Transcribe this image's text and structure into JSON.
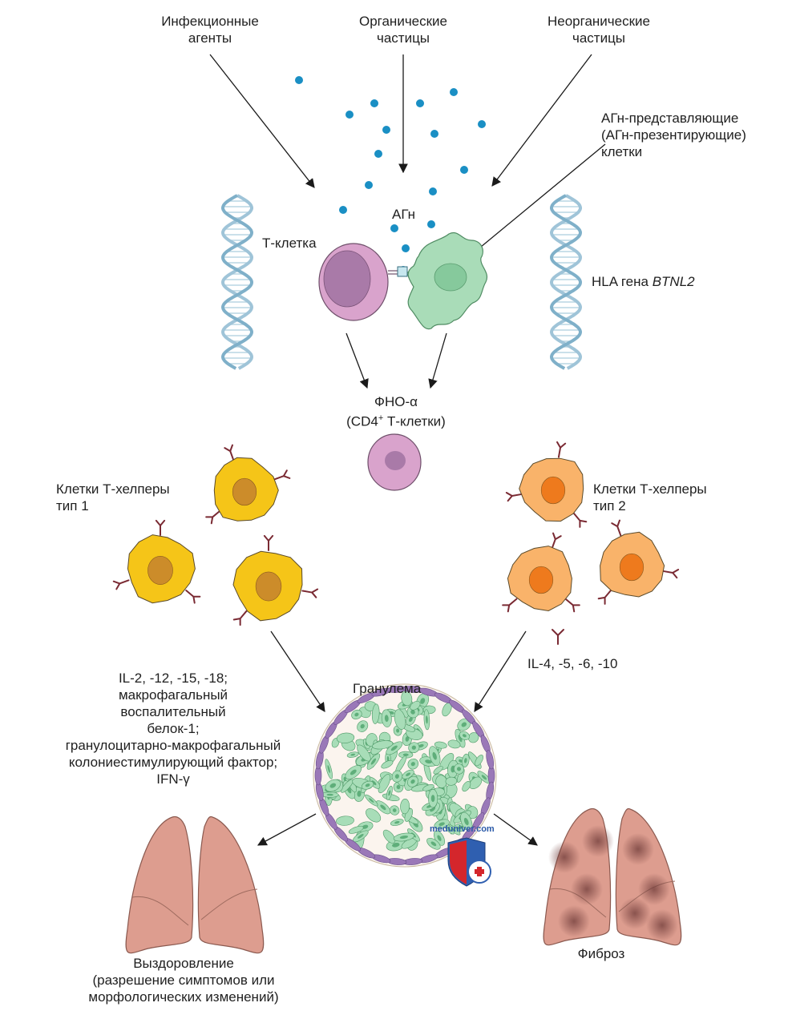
{
  "labels": {
    "infectious": "Инфекционные\nагенты",
    "organic": "Органические\nчастицы",
    "inorganic": "Неорганические\nчастицы",
    "apc": "АГн-представляющие\n(АГн-презентирующие)\nклетки",
    "antigen": "АГн",
    "tcell": "Т-клетка",
    "hla_prefix": "HLA гена ",
    "hla_gene": "BTNL2",
    "tnf": "ФНО-α",
    "cd4_prefix": "(CD4",
    "cd4_sup": "+",
    "cd4_suffix": " Т-клетки)",
    "th1": "Клетки Т-хелперы\nтип 1",
    "th2": "Клетки Т-хелперы\nтип 2",
    "th2_cytokines": "IL-4, -5, -6, -10",
    "th1_cytokines": "IL-2, -12, -15, -18;\nмакрофагальный\nвоспалительный\nбелок-1;\nгранулоцитарно-макрофагальный\nколониестимулирующий фактор;\nIFN-γ",
    "granuloma": "Гранулема",
    "recovery": "Выздоровление\n(разрешение симптомов или\nморфологических изменений)",
    "fibrosis": "Фиброз",
    "watermark": "meduniver.com"
  },
  "colors": {
    "particle": "#1a8fc4",
    "tcell_body": "#d9a3cc",
    "tcell_nucleus": "#a97aa8",
    "apc_body": "#a9dcb8",
    "apc_nucleus": "#86c99c",
    "th1_body": "#f5c518",
    "th1_nucleus": "#cc8c2a",
    "th2_body": "#f9b36a",
    "th2_nucleus": "#ee7a1d",
    "receptor": "#7a2a33",
    "lung": "#dd9d8f",
    "lung_fibrosis": "#8a4c48",
    "granuloma_cell": "#a8ddb8",
    "granuloma_outer": "#9a78b8",
    "dna": "#9fc4d8"
  }
}
